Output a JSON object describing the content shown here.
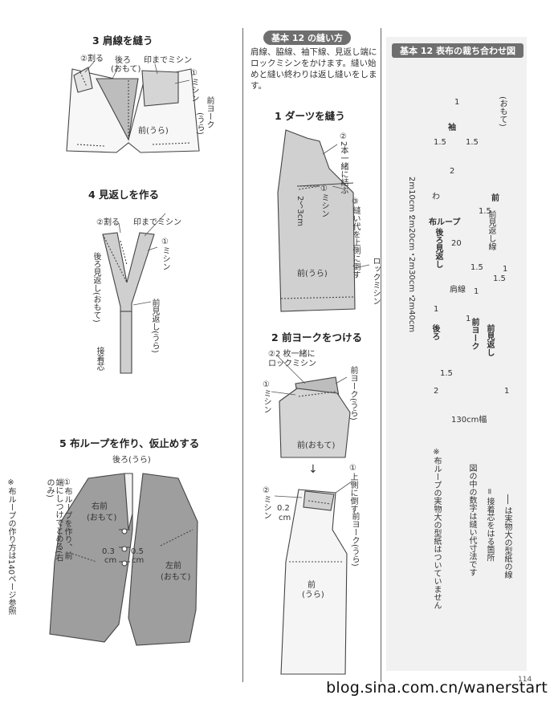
{
  "steps": {
    "s3": {
      "title": "3 肩線を縫う",
      "labels": {
        "waru": "②割る",
        "back": "後ろ",
        "omote": "(おもて)",
        "mishin_to_mark": "印までミシン",
        "mishin": "①ミシン",
        "front_yoke": "前ヨーク",
        "front_yoke_ura": "(うら)",
        "front_ura": "前(うら)"
      }
    },
    "s4": {
      "title": "4 見返しを作る",
      "labels": {
        "waru": "②割る",
        "mishin_to_mark": "印までミシン",
        "mishin": "①ミシン",
        "back_facing": "後ろ見返し(おもて)",
        "front_facing": "前見返し(うら)",
        "interfacing": "接着芯"
      }
    },
    "s5": {
      "title": "5 布ループを作り、仮止めする",
      "labels": {
        "back_ura": "後ろ(うら)",
        "right_front": "右前",
        "right_front_omote": "(おもて)",
        "left_front": "左前",
        "left_front_omote": "(おもて)",
        "cm_a": "0.3",
        "cm_b": "0.5",
        "cm": "cm",
        "loop_note": "①布ループを作り、前端にしつけでとめる(右のみ)"
      },
      "side_note": "※布ループの作り方は140ページ参照"
    },
    "s12": {
      "header": "基本 12 の縫い方",
      "desc_lines": [
        "肩線、脇線、袖下線、見返し端に",
        "ロックミシンをかけます。縫い始",
        "めと縫い終わりは返し縫いをしま",
        "す。"
      ]
    },
    "d1": {
      "title": "1 ダーツを縫う",
      "labels": {
        "two_together": "②2本一緒に結ぶ",
        "mishin": "①ミシン",
        "seam_down": "③縫い代を上側に倒す",
        "lock": "ロックミシン",
        "length": "2〜3cm",
        "front_ura": "前(うら)"
      }
    },
    "d2": {
      "title": "2 前ヨークをつける",
      "labels": {
        "two_layers": "②2 枚一緒に",
        "lock": "ロックミシン",
        "mishin": "①ミシン",
        "front_yoke_ura": "前ヨーク(うら)",
        "front_omote": "前(おもて)"
      }
    },
    "d3": {
      "labels": {
        "arrow": "↓",
        "mishin": "②ミシン",
        "upper_side": "①上側に倒す",
        "cm_val": "0.2",
        "cm": "cm",
        "front_yoke_ura": "前ヨーク(うら)",
        "front": "前",
        "front_ura": "(うら)"
      }
    }
  },
  "layout": {
    "header": "基本 12 表布の裁ち合わせ図",
    "pieces": {
      "sleeve": "袖",
      "front": "前",
      "front_facing": "前見返し線",
      "loop": "布ループ",
      "back_facing": "後ろ見返し",
      "back": "後ろ",
      "shoulder": "肩線",
      "front_yoke": "前ヨーク",
      "front_facing2": "前見返し",
      "wa": "わ"
    },
    "numbers": [
      "1",
      "1.5",
      "1.5",
      "2",
      "1.5",
      "20",
      "1.5",
      "1.5",
      "1",
      "1",
      "1",
      "1",
      "1.5",
      "2",
      "1"
    ],
    "grain": "(おもて)",
    "lengths": [
      "2m10cm・",
      "2m20cm・",
      "2m30cm・",
      "2m40cm"
    ],
    "width": "130cm幅",
    "legend": [
      "── は実物大の型紙の線",
      "= 接着芯をはる箇所",
      "図の中の数字は縫い代寸法です"
    ],
    "note": "※布ループの実物大の型紙はついていません"
  },
  "page_number": "114",
  "watermark": "blog.sina.com.cn/wanerstart"
}
